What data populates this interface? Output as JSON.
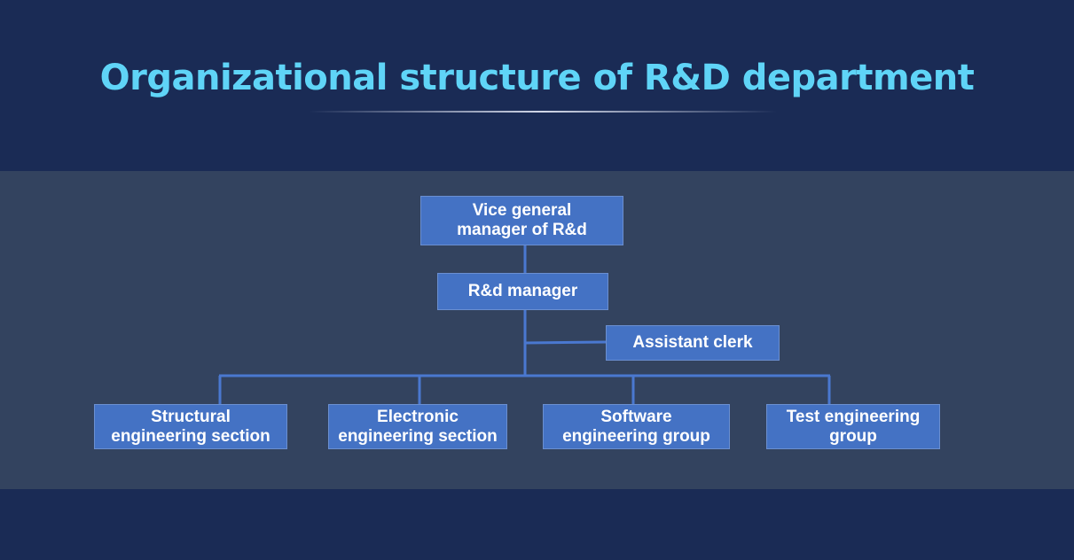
{
  "title": "Organizational structure of R&D department",
  "nodes": {
    "vice_gm": "Vice general\nmanager of R&d",
    "rd_manager": "R&d manager",
    "assistant": "Assistant clerk",
    "structural": "Structural\nengineering section",
    "electronic": "Electronic\nengineering section",
    "software": "Software\nengineering group",
    "test": "Test engineering\ngroup"
  },
  "colors": {
    "background": "#1a2b55",
    "band": "#33435f",
    "title": "#5fd4f7",
    "node_fill": "#4472c4",
    "connector": "#4a78d0"
  }
}
